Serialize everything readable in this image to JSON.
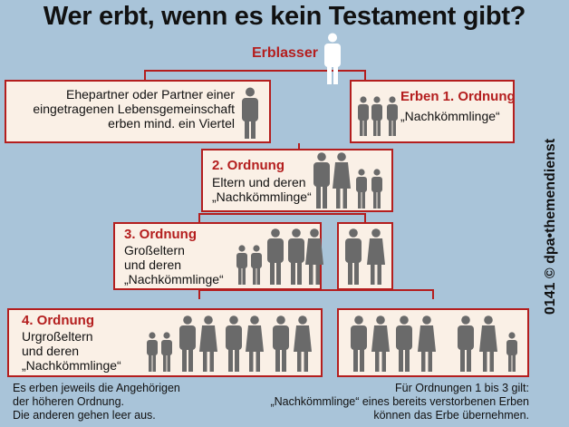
{
  "title": "Wer erbt, wenn es kein Testament gibt?",
  "erblasser": "Erblasser",
  "partner": {
    "line1": "Ehepartner oder Partner einer",
    "line2": "eingetragenen Lebensgemeinschaft",
    "line3": "erben mind. ein Viertel"
  },
  "erben1": {
    "heading": "Erben 1. Ordnung",
    "sub": "„Nachkömmlinge“"
  },
  "ord2": {
    "heading": "2. Ordnung",
    "line1": "Eltern und deren",
    "line2": "„Nachkömmlinge“"
  },
  "ord3": {
    "heading": "3. Ordnung",
    "line1": "Großeltern",
    "line2": "und deren",
    "line3": "„Nachkömmlinge“"
  },
  "ord4": {
    "heading": "4. Ordnung",
    "line1": "Urgroßeltern",
    "line2": "und deren",
    "line3": "„Nachkömmlinge“"
  },
  "credit": "0141 © dpa•themendienst",
  "footer_left": {
    "line1": "Es erben jeweils die Angehörigen",
    "line2": "der höheren Ordnung.",
    "line3": "Die anderen gehen leer aus."
  },
  "footer_right": {
    "line1": "Für Ordnungen 1 bis 3 gilt:",
    "line2": "„Nachkömmlinge“ eines bereits verstorbenen Erben",
    "line3": "können das Erbe übernehmen."
  },
  "colors": {
    "background": "#a9c4d9",
    "box_fill": "#faf0e6",
    "accent_red": "#b41e1e",
    "figure_gray": "#6a6a6a",
    "erblasser_white": "#ffffff"
  }
}
